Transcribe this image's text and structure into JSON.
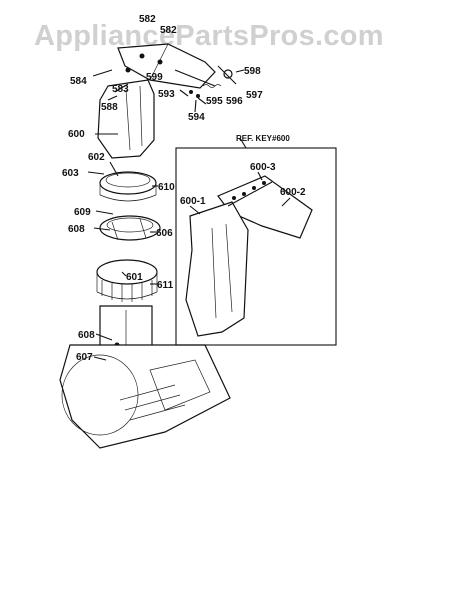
{
  "watermark": "AppliancePartsPros.com",
  "inset_title": "REF. KEY#600",
  "labels": {
    "l582a": "582",
    "l582b": "582",
    "l584": "584",
    "l583": "583",
    "l599": "599",
    "l598": "598",
    "l593": "593",
    "l595": "595",
    "l596": "596",
    "l597": "597",
    "l594": "594",
    "l588": "588",
    "l600": "600",
    "l602": "602",
    "l603": "603",
    "l610": "610",
    "l609": "609",
    "l608a": "608",
    "l606": "606",
    "l601": "601",
    "l611": "611",
    "l608b": "608",
    "l607": "607",
    "l600_3": "600-3",
    "l600_2": "600-2",
    "l600_1": "600-1"
  },
  "colors": {
    "ink": "#111111",
    "watermark": "#d0d0d0",
    "background": "#ffffff"
  }
}
